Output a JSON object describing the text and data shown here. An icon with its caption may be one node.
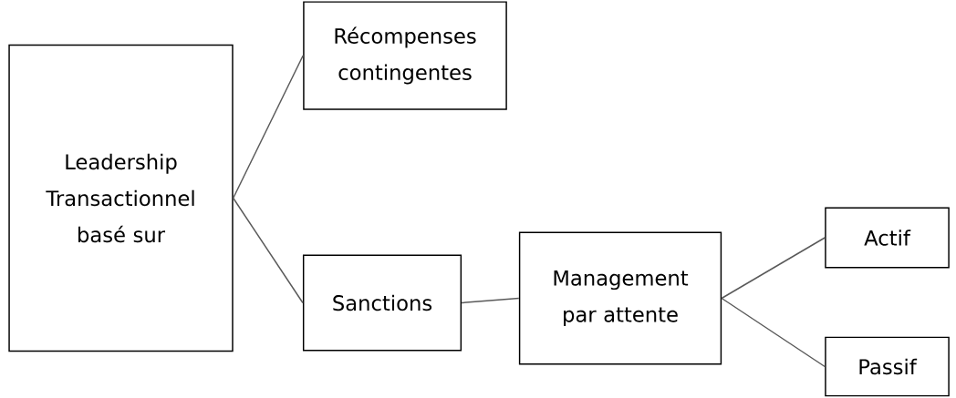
{
  "diagram": {
    "nodes": [
      {
        "text": [
          "Leadership Transactionnel basé sur"
        ]
      },
      {
        "text": [
          "Récompenses contingentes"
        ]
      },
      {
        "text": [
          "Sanctions"
        ]
      },
      {
        "text": [
          "Management par attente"
        ]
      },
      {
        "text": [
          "Actif"
        ]
      },
      {
        "text": [
          "Passif"
        ]
      }
    ],
    "edges": [
      {
        "from": 0,
        "to": 1,
        "arrow": "none"
      },
      {
        "from": 0,
        "to": 2,
        "arrow": "none"
      },
      {
        "from": 2,
        "to": 3,
        "arrow": "none"
      },
      {
        "from": 3,
        "to": 4,
        "arrow": "none"
      },
      {
        "from": 3,
        "to": 5,
        "arrow": "none"
      }
    ]
  }
}
